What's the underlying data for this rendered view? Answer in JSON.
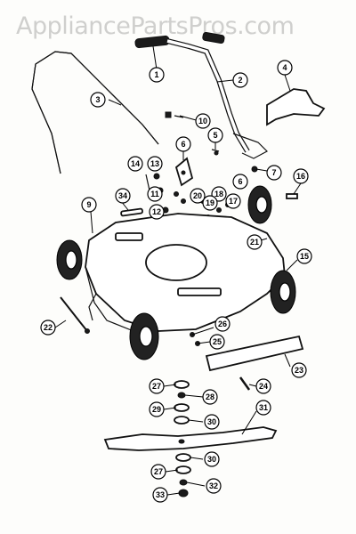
{
  "watermark": "AppliancePartsPros.com",
  "callouts": [
    {
      "id": "c1",
      "label": "1"
    },
    {
      "id": "c2",
      "label": "2"
    },
    {
      "id": "c3",
      "label": "3"
    },
    {
      "id": "c4",
      "label": "4"
    },
    {
      "id": "c5",
      "label": "5"
    },
    {
      "id": "c6",
      "label": "6"
    },
    {
      "id": "c6b",
      "label": "6"
    },
    {
      "id": "c7",
      "label": "7"
    },
    {
      "id": "c9",
      "label": "9"
    },
    {
      "id": "c10",
      "label": "10"
    },
    {
      "id": "c11",
      "label": "11"
    },
    {
      "id": "c12",
      "label": "12"
    },
    {
      "id": "c13",
      "label": "13"
    },
    {
      "id": "c14",
      "label": "14"
    },
    {
      "id": "c15",
      "label": "15"
    },
    {
      "id": "c16",
      "label": "16"
    },
    {
      "id": "c17",
      "label": "17"
    },
    {
      "id": "c18",
      "label": "18"
    },
    {
      "id": "c19",
      "label": "19"
    },
    {
      "id": "c20",
      "label": "20"
    },
    {
      "id": "c21",
      "label": "21"
    },
    {
      "id": "c22",
      "label": "22"
    },
    {
      "id": "c23",
      "label": "23"
    },
    {
      "id": "c24",
      "label": "24"
    },
    {
      "id": "c25",
      "label": "25"
    },
    {
      "id": "c26",
      "label": "26"
    },
    {
      "id": "c27a",
      "label": "27"
    },
    {
      "id": "c28",
      "label": "28"
    },
    {
      "id": "c29",
      "label": "29"
    },
    {
      "id": "c30a",
      "label": "30"
    },
    {
      "id": "c31",
      "label": "31"
    },
    {
      "id": "c30b",
      "label": "30"
    },
    {
      "id": "c27b",
      "label": "27"
    },
    {
      "id": "c32",
      "label": "32"
    },
    {
      "id": "c33",
      "label": "33"
    },
    {
      "id": "c34",
      "label": "34"
    }
  ]
}
